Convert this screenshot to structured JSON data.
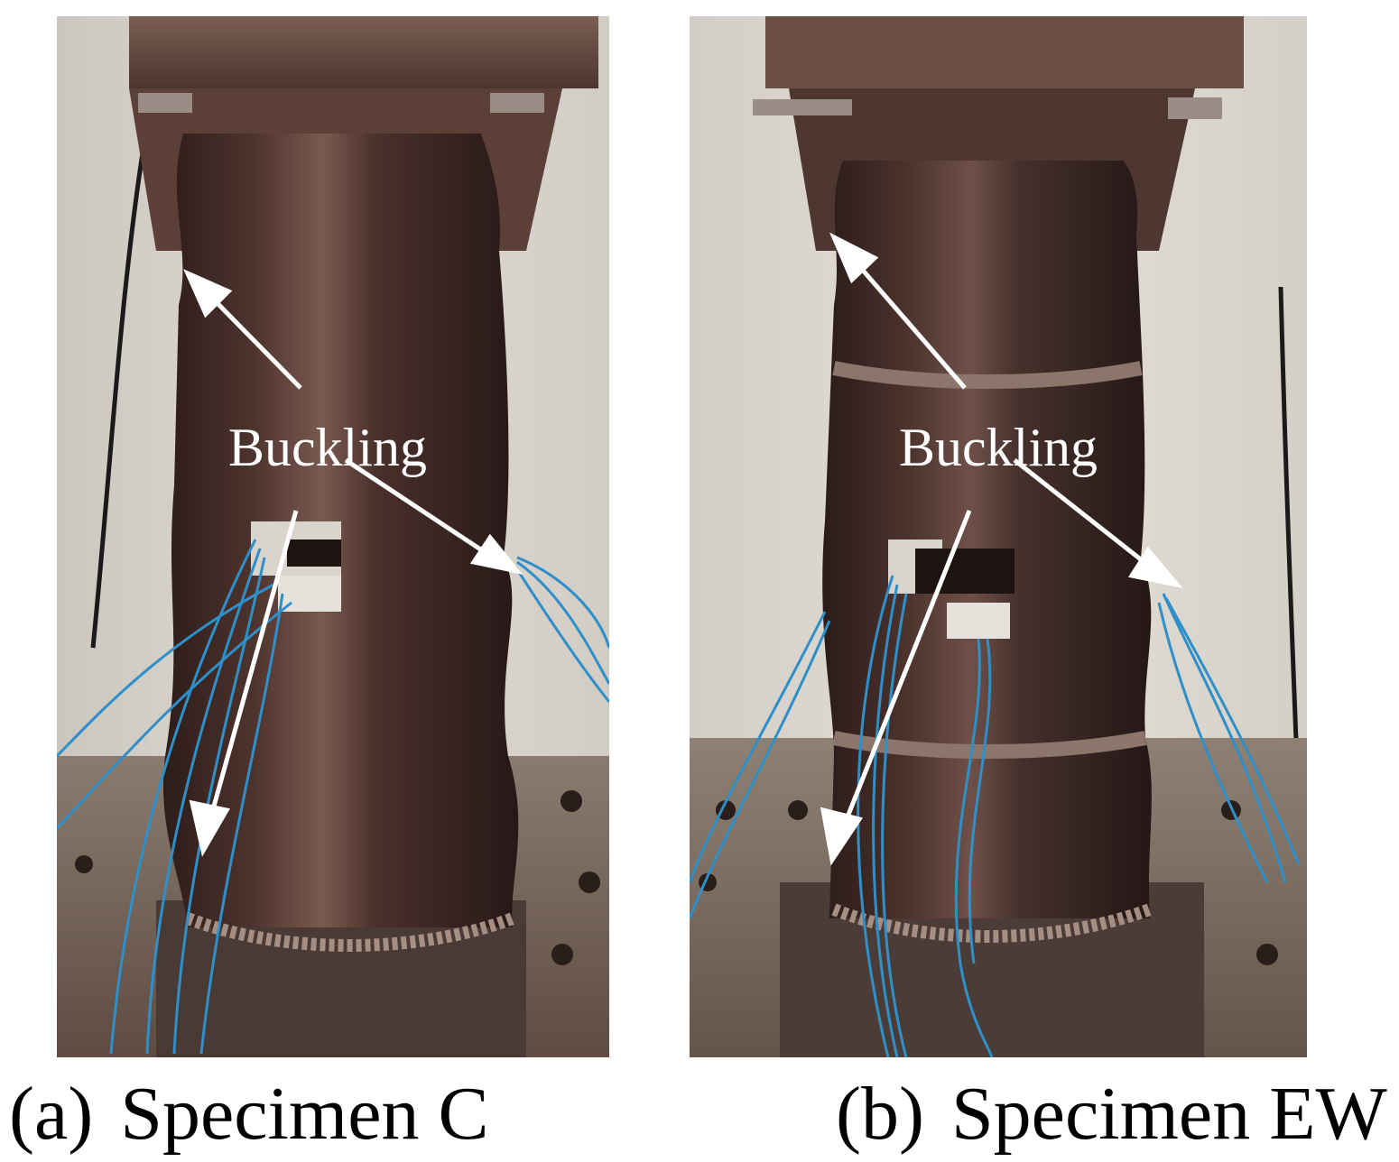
{
  "panels": [
    {
      "id": "a",
      "tag": "(a)",
      "caption": "Specimen C",
      "callout": "Buckling"
    },
    {
      "id": "b",
      "tag": "(b)",
      "caption": "Specimen EW",
      "callout": "Buckling"
    }
  ],
  "colors": {
    "steel_dark": "#3a2724",
    "steel_mid": "#5a3a33",
    "steel_light": "#8a6a5e",
    "rust_plate": "#6d4a3c",
    "background_wall": "#d8d3cc",
    "wire_blue": "#2f8fc8",
    "arrow": "#ffffff"
  }
}
